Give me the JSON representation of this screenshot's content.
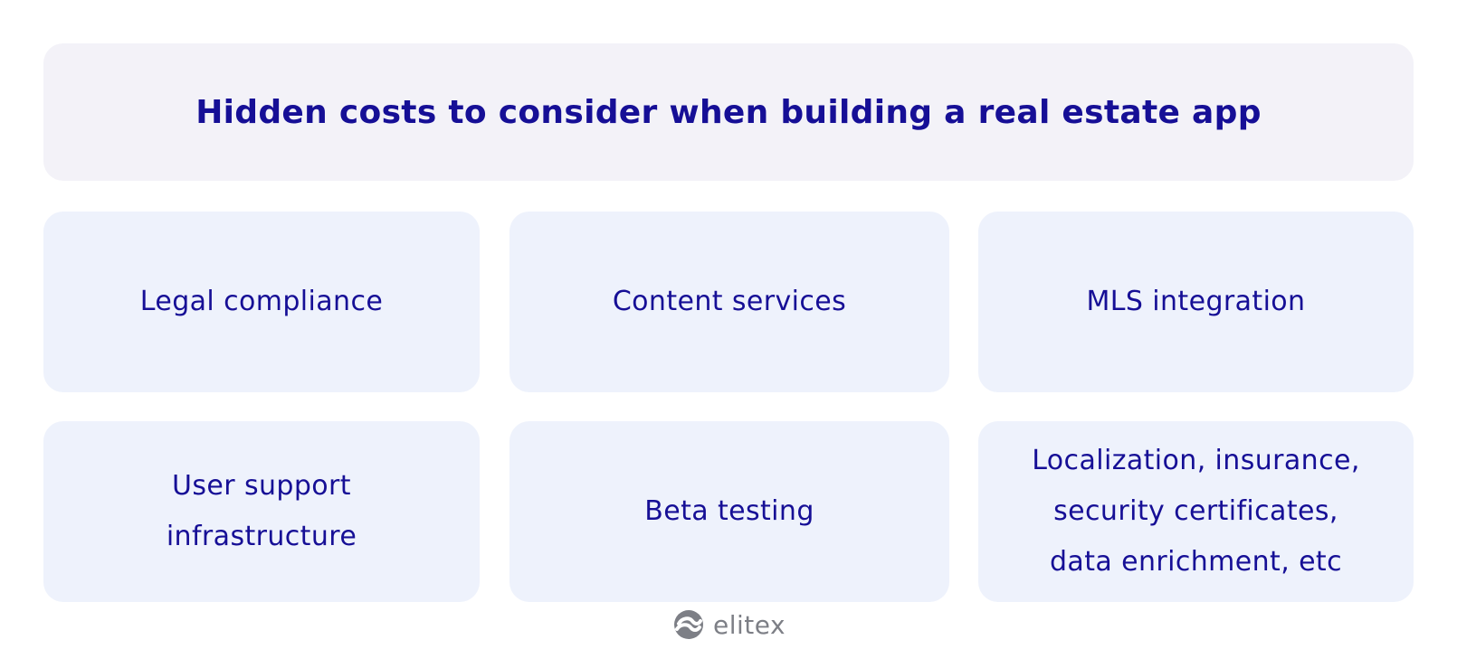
{
  "colors": {
    "text": "#160f96",
    "header_bg": "#f3f2f8",
    "card_bg": "#eef2fc",
    "logo": "#7d7f86"
  },
  "header": {
    "title": "Hidden costs to consider when building a real estate app"
  },
  "cards": [
    {
      "label": "Legal compliance"
    },
    {
      "label": "Content services"
    },
    {
      "label": "MLS integration"
    },
    {
      "label": "User support\ninfrastructure"
    },
    {
      "label": "Beta testing"
    },
    {
      "label": "Localization, insurance,\nsecurity certificates,\ndata enrichment, etc"
    }
  ],
  "footer": {
    "logo_icon": "elitex-swirl-icon",
    "brand": "elitex"
  }
}
